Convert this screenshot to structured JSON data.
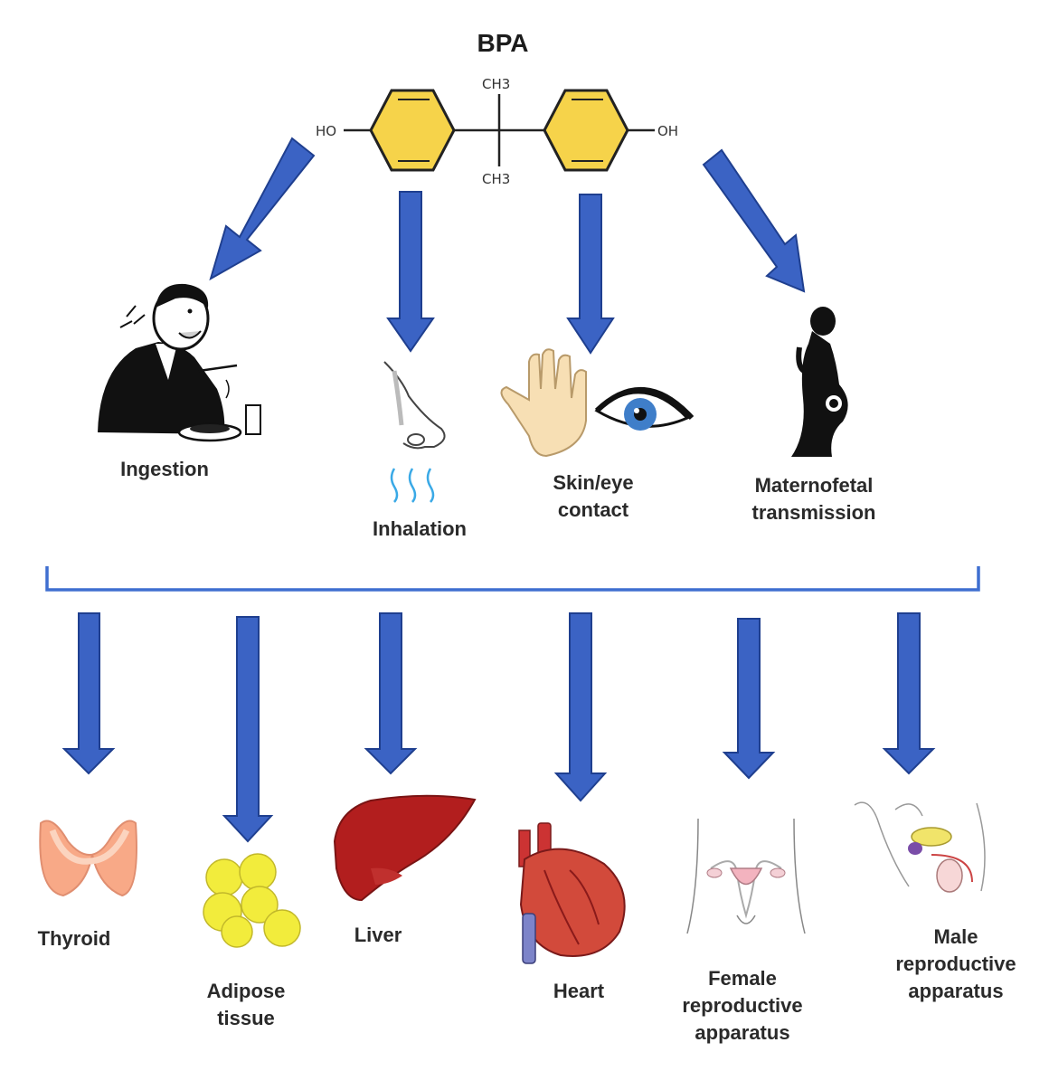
{
  "title": "BPA",
  "molecule": {
    "left_group": "HO",
    "right_group": "OH",
    "top_group": "CH3",
    "bottom_group": "CH3",
    "ring_fill": "#f6d34a"
  },
  "routes": [
    {
      "id": "ingestion",
      "lines": [
        "Ingestion"
      ]
    },
    {
      "id": "inhalation",
      "lines": [
        "Inhalation"
      ]
    },
    {
      "id": "skin-eye",
      "lines": [
        "Skin/eye",
        "contact"
      ]
    },
    {
      "id": "maternofetal",
      "lines": [
        "Maternofetal",
        "transmission"
      ]
    }
  ],
  "targets": [
    {
      "id": "thyroid",
      "lines": [
        "Thyroid"
      ]
    },
    {
      "id": "adipose",
      "lines": [
        "Adipose",
        "tissue"
      ]
    },
    {
      "id": "liver",
      "lines": [
        "Liver"
      ]
    },
    {
      "id": "heart",
      "lines": [
        "Heart"
      ]
    },
    {
      "id": "female",
      "lines": [
        "Female",
        "reproductive",
        "apparatus"
      ]
    },
    {
      "id": "male",
      "lines": [
        "Male",
        "reproductive",
        "apparatus"
      ]
    }
  ],
  "colors": {
    "arrow_fill": "#3b63c4",
    "arrow_stroke": "#1f3f8f",
    "bracket": "#3f6fd0"
  }
}
